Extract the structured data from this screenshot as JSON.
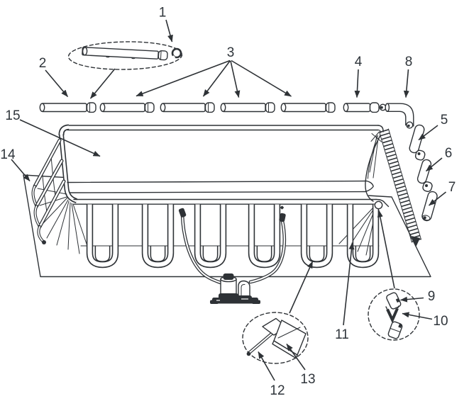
{
  "colors": {
    "ink": "#2e3236",
    "label": "#2f353b",
    "background": "#ffffff"
  },
  "callouts": [
    {
      "label": "1"
    },
    {
      "label": "2"
    },
    {
      "label": "3"
    },
    {
      "label": "4"
    },
    {
      "label": "5"
    },
    {
      "label": "6"
    },
    {
      "label": "7"
    },
    {
      "label": "8"
    },
    {
      "label": "9"
    },
    {
      "label": "10"
    },
    {
      "label": "11"
    },
    {
      "label": "12"
    },
    {
      "label": "13"
    },
    {
      "label": "14"
    },
    {
      "label": "15"
    }
  ]
}
